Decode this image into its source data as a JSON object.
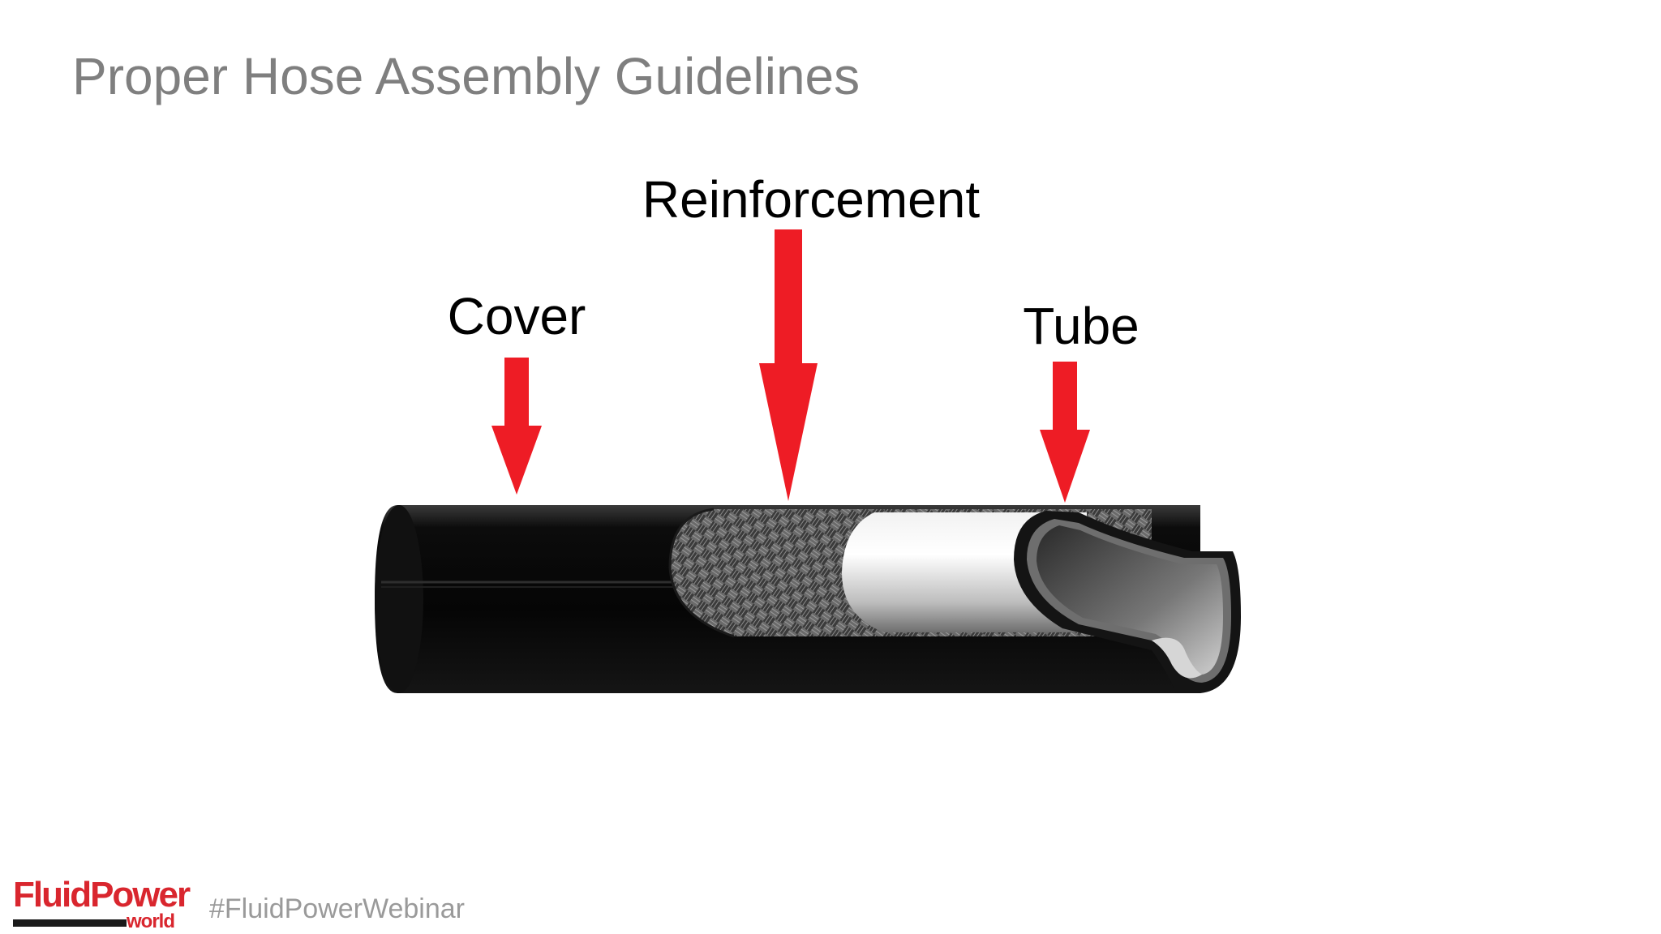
{
  "slide": {
    "title": "Proper Hose Assembly Guidelines"
  },
  "diagram": {
    "labels": {
      "cover": "Cover",
      "reinforcement": "Reinforcement",
      "tube": "Tube"
    },
    "colors": {
      "arrow": "#ee1c25",
      "cover": "#0a0a0a",
      "tube": "#e0e0e0",
      "braid": "#4a4a4a"
    }
  },
  "footer": {
    "logo_top": "FluidPower",
    "logo_sub": "world",
    "hashtag": "#FluidPowerWebinar"
  }
}
